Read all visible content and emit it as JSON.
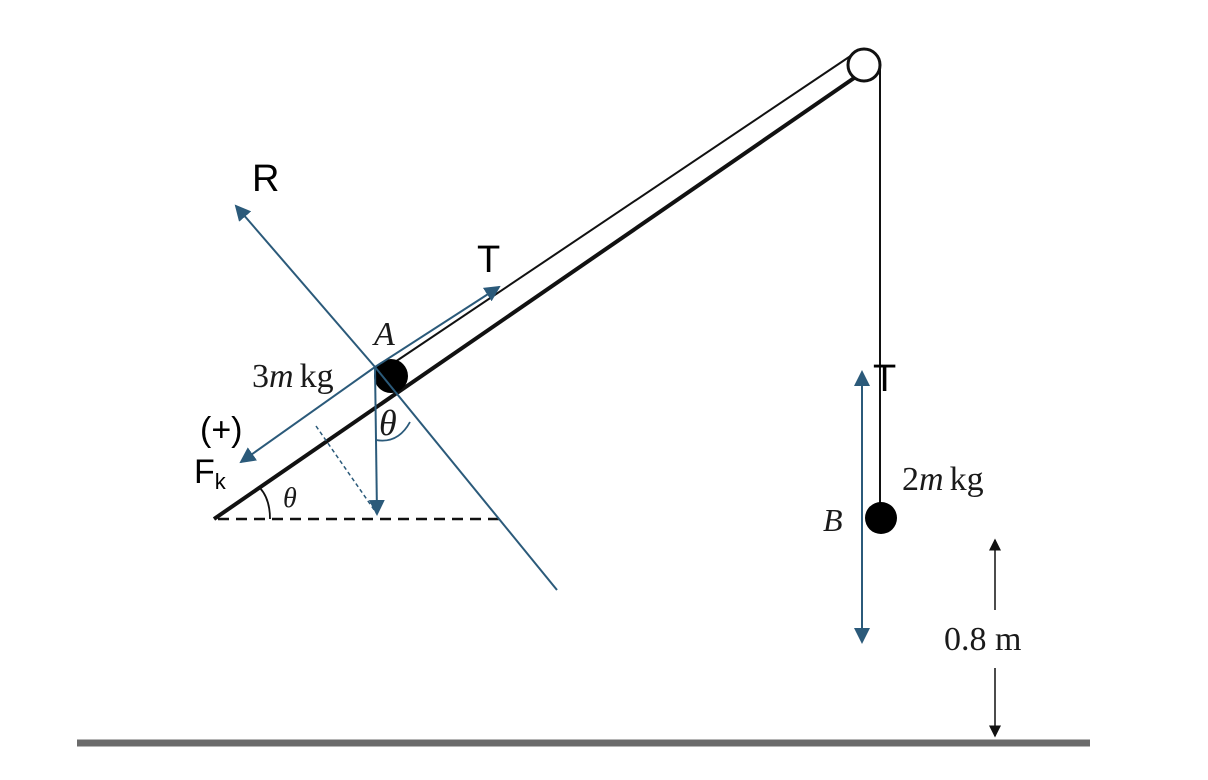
{
  "labels": {
    "R": "R",
    "T_incline": "T",
    "T_hanging": "T",
    "A": "A",
    "mass_A_coef": "3",
    "mass_A_var": "m",
    "mass_A_unit": "kg",
    "theta_top": "θ",
    "theta_base": "θ",
    "positive_dir": "(+)",
    "Fk_main": "F",
    "Fk_sub": "k",
    "mass_B_coef": "2",
    "mass_B_var": "m",
    "mass_B_unit": "kg",
    "B": "B",
    "height": "0.8 m"
  },
  "colors": {
    "vector": "#2b5a7a",
    "structure": "#111111",
    "ground": "#6b6b6b"
  }
}
